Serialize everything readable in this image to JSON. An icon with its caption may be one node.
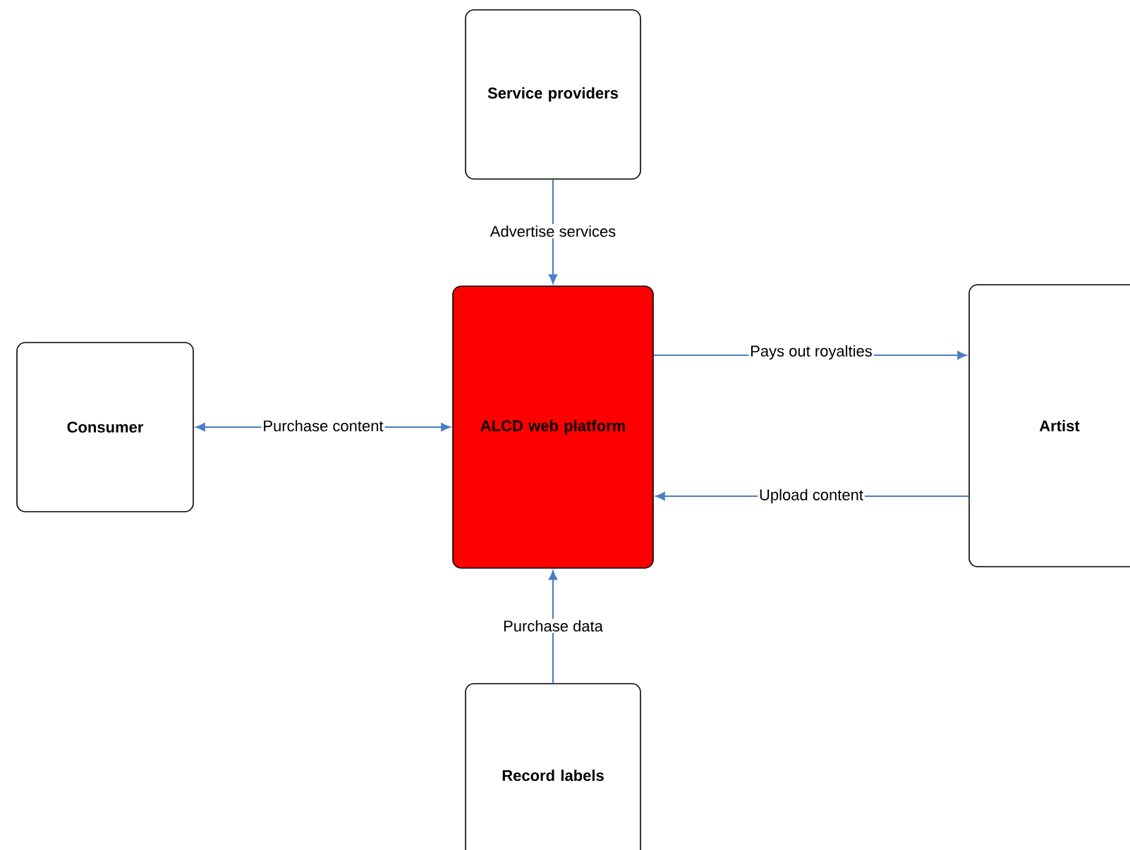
{
  "diagram": {
    "nodes": [
      {
        "text": [
          "Service providers"
        ]
      },
      {
        "text": [
          "Consumer"
        ]
      },
      {
        "text": [
          "ALCD web platform"
        ]
      },
      {
        "text": [
          "Artist"
        ]
      },
      {
        "text": [
          "Record labels"
        ]
      }
    ],
    "edges": [
      {
        "from": 0,
        "to": 2,
        "arrow": "to",
        "label": "Advertise services"
      },
      {
        "from": 1,
        "to": 2,
        "arrow": "both",
        "label": "Purchase content"
      },
      {
        "from": 2,
        "to": 3,
        "arrow": "to",
        "label": "Pays out royalties"
      },
      {
        "from": 3,
        "to": 2,
        "arrow": "to",
        "label": "Upload content"
      },
      {
        "from": 4,
        "to": 2,
        "arrow": "to",
        "label": "Purchase data"
      }
    ]
  }
}
